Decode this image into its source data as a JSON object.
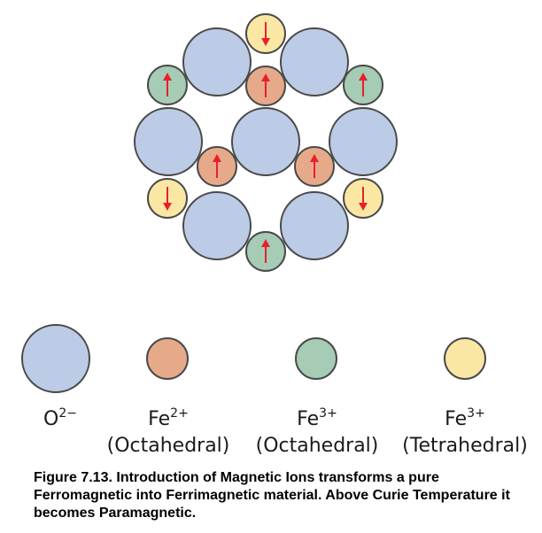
{
  "colors": {
    "oxygen": "#bccbe6",
    "fe2_oct": "#e6aa8a",
    "fe3_oct": "#a6ccb6",
    "fe3_tet": "#fbe7a4",
    "arrow": "#e8202a",
    "outline": "#4a4a4a"
  },
  "lattice": {
    "spin_up_count": 6,
    "spin_down_count": 3
  },
  "legend": [
    {
      "label": "O",
      "sup": "2−",
      "sub": "",
      "color_key": "oxygen"
    },
    {
      "label": "Fe",
      "sup": "2+",
      "sub": "(Octahedral)",
      "color_key": "fe2_oct"
    },
    {
      "label": "Fe",
      "sup": "3+",
      "sub": "(Octahedral)",
      "color_key": "fe3_oct"
    },
    {
      "label": "Fe",
      "sup": "3+",
      "sub": "(Tetrahedral)",
      "color_key": "fe3_tet"
    }
  ],
  "caption": "Figure 7.13. Introduction of Magnetic Ions transforms a pure Ferromagnetic into Ferrimagnetic material. Above Curie Temperature it becomes Paramagnetic."
}
